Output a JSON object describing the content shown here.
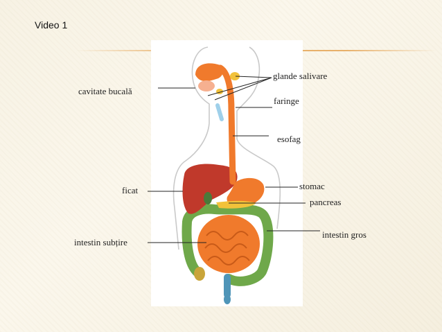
{
  "slide": {
    "title": "Video 1"
  },
  "labels": {
    "cavitate_bucala": "cavitate bucală",
    "glande_salivare": "glande salivare",
    "faringe": "faringe",
    "esofag": "esofag",
    "ficat": "ficat",
    "stomac": "stomac",
    "pancreas": "pancreas",
    "intestin_gros": "intestin gros",
    "intestin_subtire": "intestin subțire"
  },
  "colors": {
    "accent_rule": "#e8b06a",
    "liver": "#c0392b",
    "digestive_tract": "#f07a2c",
    "large_intestine": "#6fa84a",
    "salivary": "#f2c23a"
  }
}
